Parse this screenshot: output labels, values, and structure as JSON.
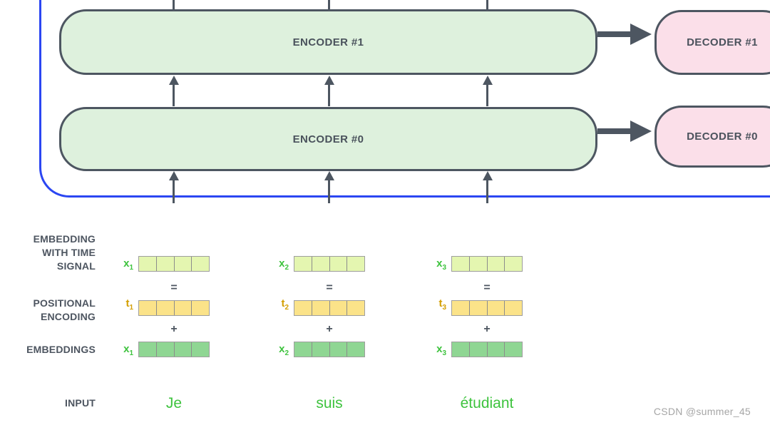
{
  "colors": {
    "encoder_fill": "#def1dd",
    "decoder_fill": "#fbdfe9",
    "block_outline": "#4d5661",
    "arrow": "#4d5661",
    "highlight_frame": "#2b46f2",
    "time_signal_vector_fill": "#e4f6b0",
    "positional_vector_fill": "#fbe389",
    "embedding_vector_fill": "#8fd693",
    "vector_border": "#9e9e9e",
    "green_text": "#3ec33e",
    "orange_text": "#d39e00",
    "label_text": "#4d5560",
    "watermark_text": "#a6a6a6"
  },
  "encoders": [
    {
      "label": "ENCODER #1"
    },
    {
      "label": "ENCODER #0"
    }
  ],
  "decoders": [
    {
      "label": "DECODER #1"
    },
    {
      "label": "DECODER #0"
    }
  ],
  "row_labels": {
    "time_signal": {
      "line1": "EMBEDDING",
      "line2": "WITH TIME",
      "line3": "SIGNAL"
    },
    "positional": {
      "line1": "POSITIONAL",
      "line2": "ENCODING"
    },
    "embeddings": "EMBEDDINGS",
    "input": "INPUT"
  },
  "operators": {
    "equals": "=",
    "plus": "+"
  },
  "columns": [
    {
      "time_signal_var": "x",
      "time_signal_sub": "1",
      "positional_var": "t",
      "positional_sub": "1",
      "embedding_var": "x",
      "embedding_sub": "1",
      "word": "Je"
    },
    {
      "time_signal_var": "x",
      "time_signal_sub": "2",
      "positional_var": "t",
      "positional_sub": "2",
      "embedding_var": "x",
      "embedding_sub": "2",
      "word": "suis"
    },
    {
      "time_signal_var": "x",
      "time_signal_sub": "3",
      "positional_var": "t",
      "positional_sub": "3",
      "embedding_var": "x",
      "embedding_sub": "3",
      "word": "étudiant"
    }
  ],
  "watermark": "CSDN @summer_45"
}
